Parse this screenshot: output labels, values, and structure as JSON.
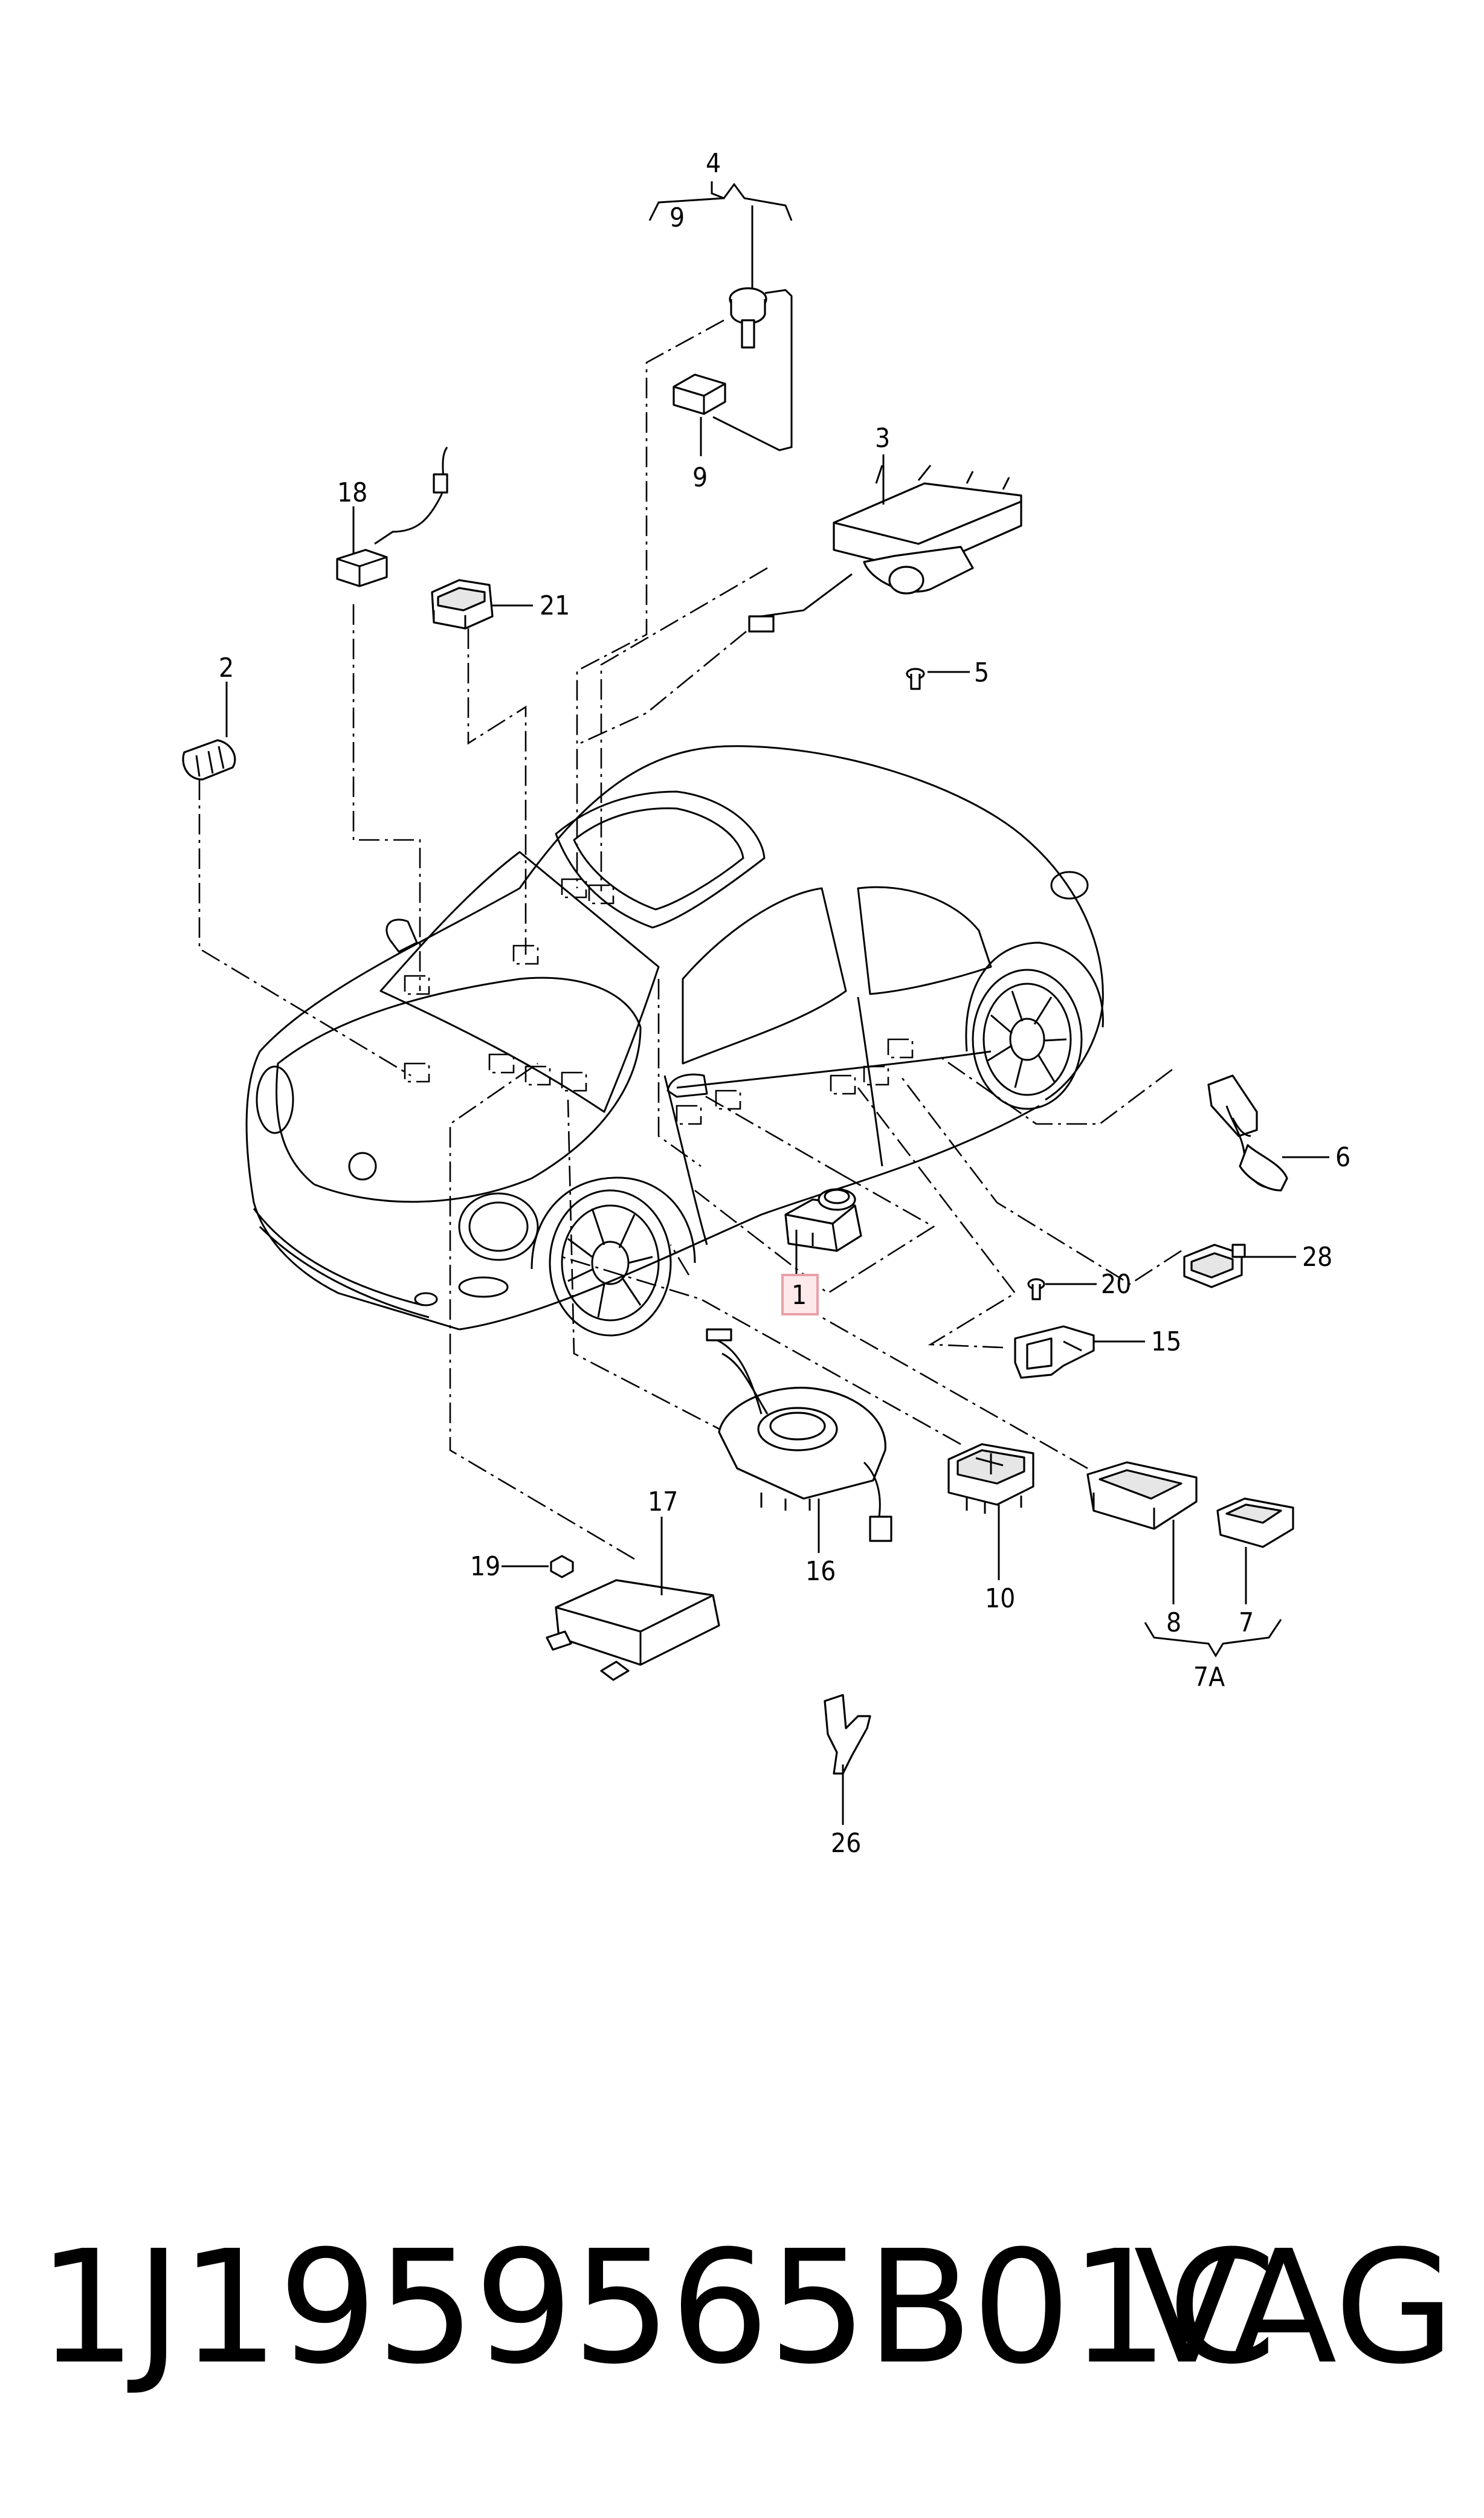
{
  "diagram": {
    "callouts": [
      {
        "id": "c4",
        "text": "4"
      },
      {
        "id": "c9a",
        "text": "9"
      },
      {
        "id": "c9b",
        "text": "9"
      },
      {
        "id": "c3",
        "text": "3"
      },
      {
        "id": "c5",
        "text": "5"
      },
      {
        "id": "c18",
        "text": "18"
      },
      {
        "id": "c21",
        "text": "21"
      },
      {
        "id": "c2",
        "text": "2"
      },
      {
        "id": "c6",
        "text": "6"
      },
      {
        "id": "c28",
        "text": "28"
      },
      {
        "id": "c20",
        "text": "20"
      },
      {
        "id": "c15",
        "text": "15"
      },
      {
        "id": "c1",
        "text": "1"
      },
      {
        "id": "c17",
        "text": "17"
      },
      {
        "id": "c19",
        "text": "19"
      },
      {
        "id": "c16",
        "text": "16"
      },
      {
        "id": "c10",
        "text": "10"
      },
      {
        "id": "c8",
        "text": "8"
      },
      {
        "id": "c7",
        "text": "7"
      },
      {
        "id": "c7a",
        "text": "7A"
      },
      {
        "id": "c26",
        "text": "26"
      }
    ],
    "highlighted_callout": "1",
    "highlight_color": "#e8a0a8"
  },
  "footer": {
    "part_number": "1J1959565B01C",
    "brand": "VAG"
  }
}
